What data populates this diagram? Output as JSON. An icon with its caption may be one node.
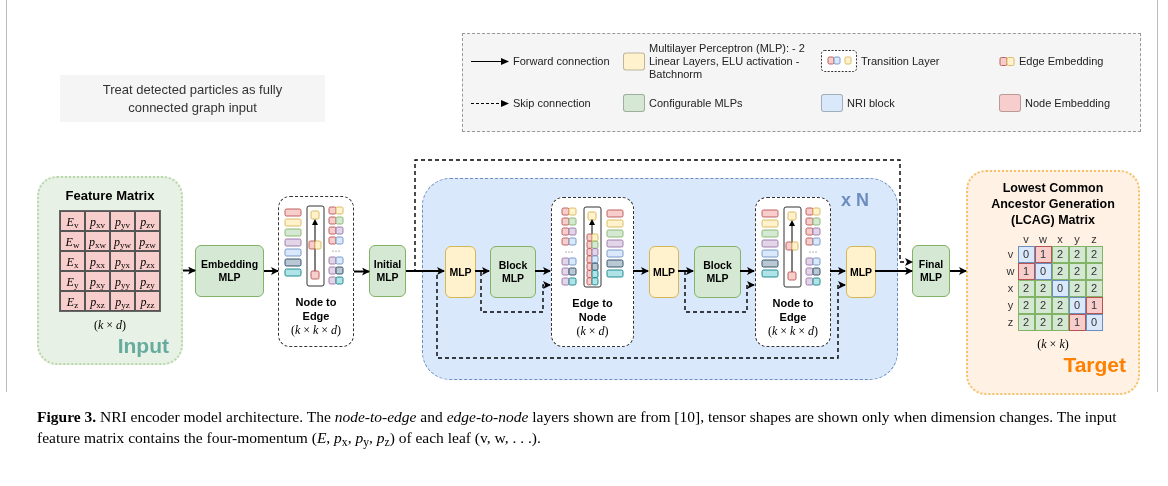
{
  "diagram": {
    "caption": "**Figure 3.** NRI encoder model architecture. The *node-to-edge* and *edge-to-node* layers shown are from [10], tensor shapes are shown only when dimension changes. The input feature matrix contains the four-momentum (*E*, *p*$_{x}$, *p*$_{y}$, *p*$_{z}$) of each leaf (v, w, . . .).",
    "nodes": [
      {
        "text": [
          "Treat detected particles as fully connected graph input"
        ]
      },
      {
        "text": [
          "Feature Matrix",
          "(*k* × *d*)",
          "Input"
        ]
      },
      {
        "text": [
          "Embedding MLP"
        ]
      },
      {
        "text": [
          "Node to Edge",
          "(*k* × *k* × *d*)"
        ]
      },
      {
        "text": [
          "Initial MLP"
        ]
      },
      {
        "text": [
          "x N"
        ]
      },
      {
        "text": [
          "MLP"
        ],
        "in": 5
      },
      {
        "text": [
          "Block MLP"
        ],
        "in": 5
      },
      {
        "text": [
          "Edge to Node",
          "(*k* × *d*)"
        ],
        "in": 5
      },
      {
        "text": [
          "MLP"
        ],
        "in": 5
      },
      {
        "text": [
          "Block MLP"
        ],
        "in": 5
      },
      {
        "text": [
          "Node to Edge",
          "(*k* × *k* × *d*)"
        ],
        "in": 5
      },
      {
        "text": [
          "MLP"
        ],
        "in": 5
      },
      {
        "text": [
          "Final MLP"
        ]
      },
      {
        "text": [
          "Lowest Common Ancestor Generation (LCAG) Matrix",
          "(*k* × *k*)",
          "Target"
        ]
      }
    ],
    "edges": [
      {
        "from": 1,
        "to": 2,
        "arrow": "to"
      },
      {
        "from": 2,
        "to": 3,
        "arrow": "to"
      },
      {
        "from": 3,
        "to": 4,
        "arrow": "to"
      },
      {
        "from": 4,
        "to": 6,
        "arrow": "to"
      },
      {
        "from": 6,
        "to": 7,
        "arrow": "to"
      },
      {
        "from": 7,
        "to": 8,
        "arrow": "to"
      },
      {
        "from": 8,
        "to": 9,
        "arrow": "to"
      },
      {
        "from": 9,
        "to": 10,
        "arrow": "to"
      },
      {
        "from": 10,
        "to": 11,
        "arrow": "to"
      },
      {
        "from": 11,
        "to": 12,
        "arrow": "to"
      },
      {
        "from": 12,
        "to": 13,
        "arrow": "to"
      },
      {
        "from": 13,
        "to": 14,
        "arrow": "to"
      },
      {
        "from": 4,
        "to": 13,
        "arrow": "to",
        "style": "dashed"
      },
      {
        "from": 4,
        "to": 12,
        "arrow": "to",
        "style": "dashed"
      },
      {
        "from": 6,
        "to": 8,
        "arrow": "to",
        "style": "dashed"
      },
      {
        "from": 9,
        "to": 11,
        "arrow": "to",
        "style": "dashed"
      }
    ],
    "labels": [
      "*E*$_{v}$",
      "*p*$_{xv}$",
      "*p*$_{yv}$",
      "*p*$_{zv}$",
      "*E*$_{w}$",
      "*p*$_{xw}$",
      "*p*$_{yw}$",
      "*p*$_{zw}$",
      "*E*$_{x}$",
      "*p*$_{xx}$",
      "*p*$_{yx}$",
      "*p*$_{zx}$",
      "*E*$_{y}$",
      "*p*$_{xy}$",
      "*p*$_{yy}$",
      "*p*$_{zy}$",
      "*E*$_{z}$",
      "*p*$_{xz}$",
      "*p*$_{yz}$",
      "*p*$_{zz}$",
      "v",
      "w",
      "x",
      "y",
      "z",
      "v",
      "0",
      "1",
      "2",
      "2",
      "2",
      "w",
      "1",
      "0",
      "2",
      "2",
      "2",
      "x",
      "2",
      "2",
      "0",
      "2",
      "2",
      "y",
      "2",
      "2",
      "2",
      "0",
      "1",
      "z",
      "2",
      "2",
      "2",
      "1",
      "0"
    ],
    "legend": [
      {
        "text": "Forward connection"
      },
      {
        "text": "Multilayer Perceptron (MLP): - 2 Linear Layers, ELU activation - Batchnorm",
        "color": "#fff2cc"
      },
      {
        "text": "Transition Layer"
      },
      {
        "text": "Edge Embedding"
      },
      {
        "text": "Skip connection"
      },
      {
        "text": "Configurable MLPs",
        "color": "#d5e8d4"
      },
      {
        "text": "NRI block",
        "color": "#dae8fc"
      },
      {
        "text": "Node Embedding",
        "color": "#f8cecc"
      }
    ]
  }
}
